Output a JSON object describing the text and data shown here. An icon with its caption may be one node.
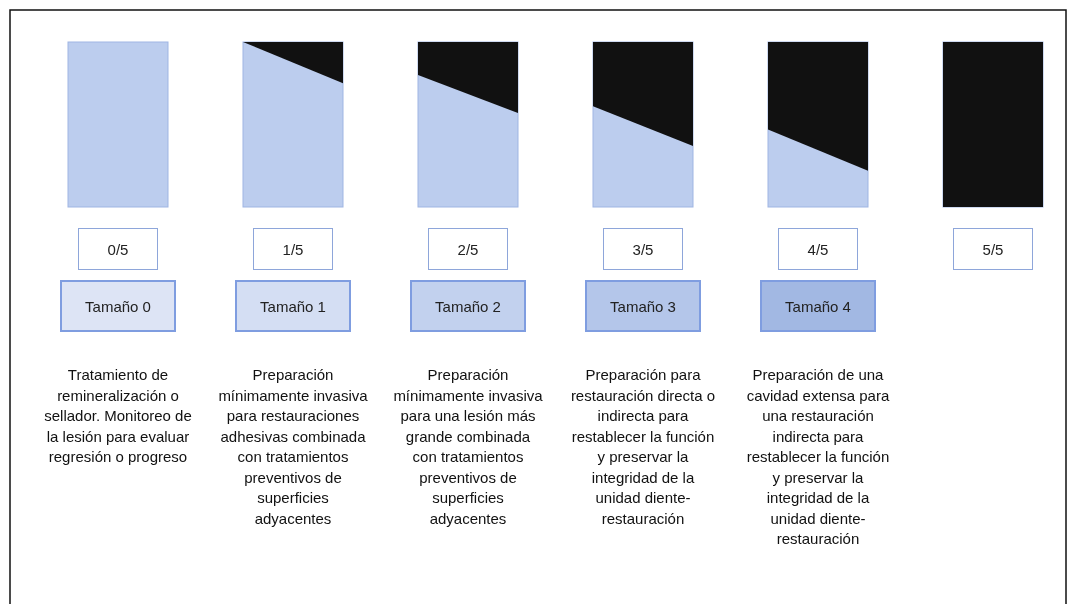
{
  "diagram": {
    "nodes": [
      {
        "text": [
          "0/5"
        ]
      },
      {
        "text": [
          "1/5"
        ]
      },
      {
        "text": [
          "2/5"
        ]
      },
      {
        "text": [
          "3/5"
        ]
      },
      {
        "text": [
          "4/5"
        ]
      },
      {
        "text": [
          "5/5"
        ]
      },
      {
        "text": [
          "Tamaño 0"
        ]
      },
      {
        "text": [
          "Tamaño 1"
        ]
      },
      {
        "text": [
          "Tamaño 2"
        ]
      },
      {
        "text": [
          "Tamaño 3"
        ]
      },
      {
        "text": [
          "Tamaño 4"
        ]
      }
    ],
    "labels": [
      "Tratamiento de remineralización o sellador. Monitoreo de la lesión para evaluar regresión o progreso",
      "Preparación mínimamente invasiva para restauraciones adhesivas combinada con tratamientos preventivos de superficies adyacentes",
      "Preparación mínimamente invasiva para una lesión más grande combinada con tratamientos preventivos de superficies adyacentes",
      "Preparación para restauración directa o indirecta para restablecer la función y preservar la integridad de la unidad diente-restauración",
      "Preparación de una cavidad extensa para una restauración indirecta para restablecer la función y preservar la integridad de la unidad diente-restauración"
    ]
  }
}
